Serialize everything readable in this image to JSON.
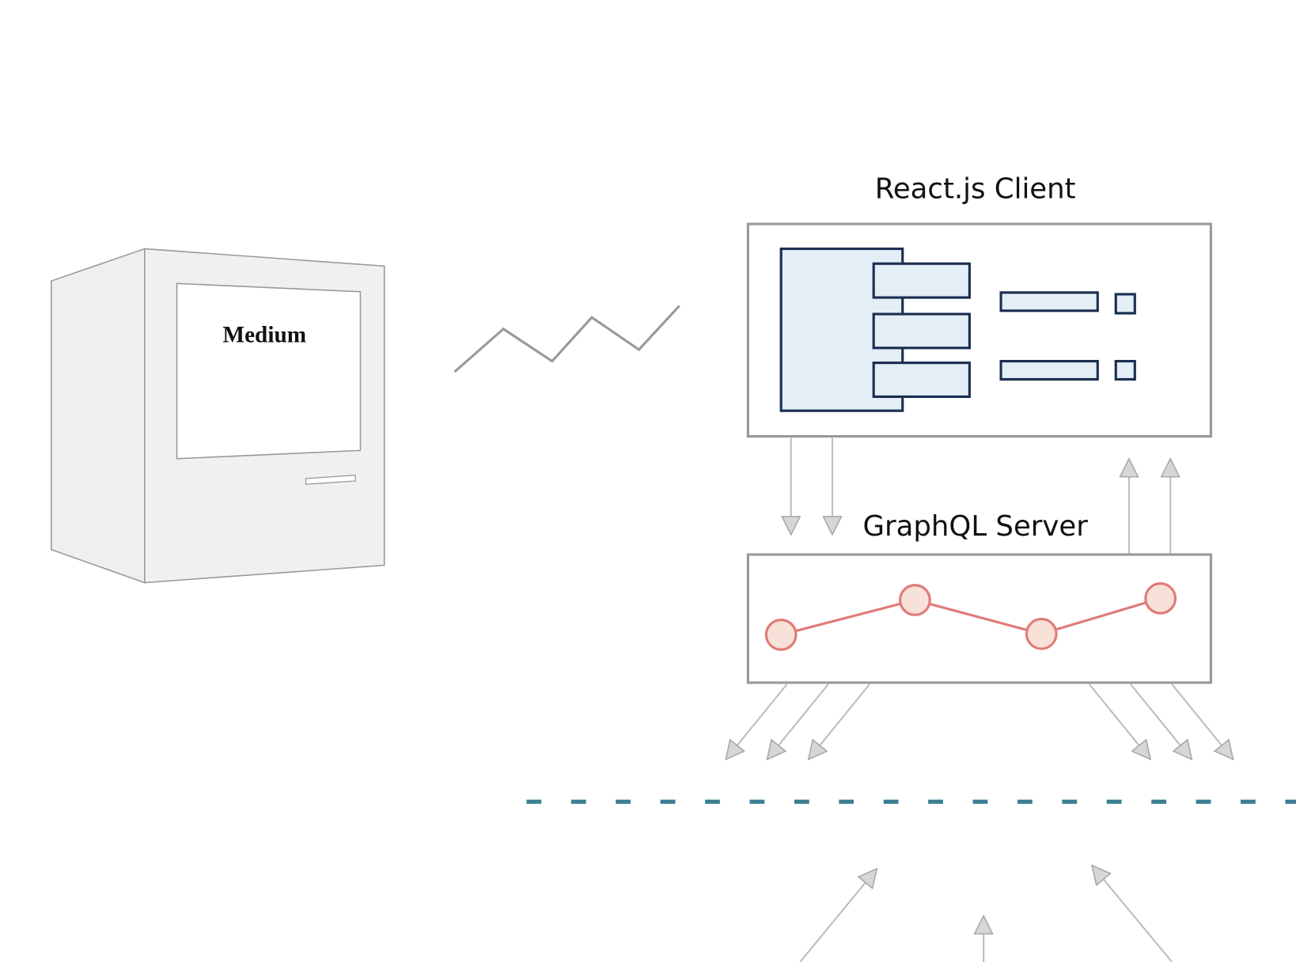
{
  "computer": {
    "screen_text": "Medium"
  },
  "client": {
    "label": "React.js Client"
  },
  "server": {
    "label": "GraphQL Server"
  },
  "colors": {
    "frame": "#999999",
    "component_fill": "#e3eef7",
    "component_stroke": "#1a2e50",
    "node_fill": "#f8e1d8",
    "node_stroke": "#e07a78",
    "boundary": "#3d7f94",
    "arrow": "#bdbdbd"
  }
}
